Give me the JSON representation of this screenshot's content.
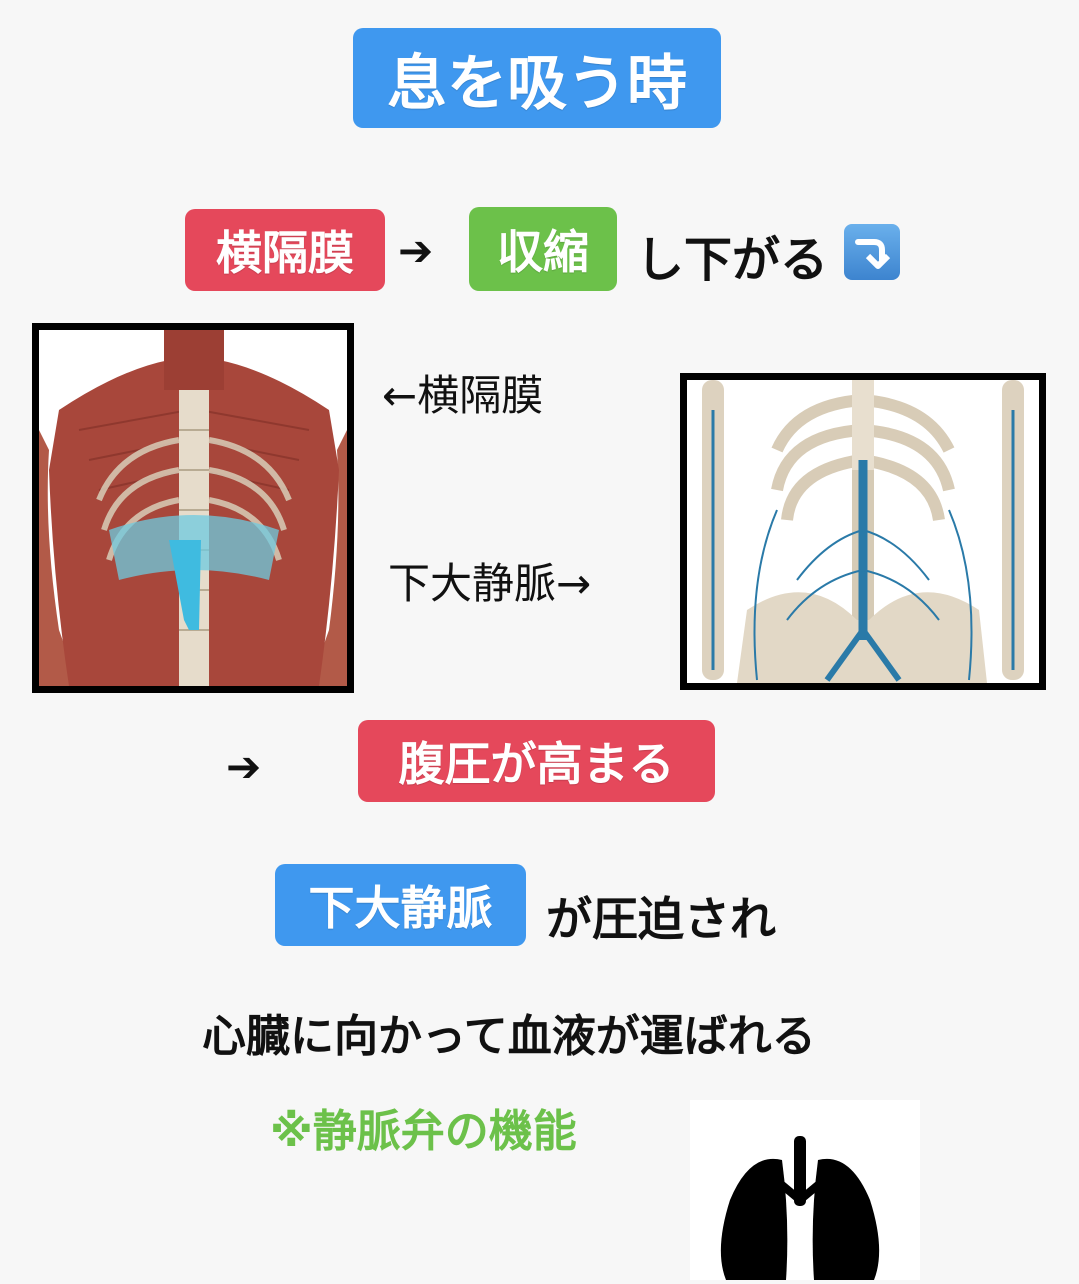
{
  "title": "息を吸う時",
  "row1": {
    "diaphragm": "横隔膜",
    "arrow": "➔",
    "contract": "収縮",
    "descends": "し下がる"
  },
  "annotations": {
    "diaphragm_label": "←横隔膜",
    "ivc_label": "下大静脈→"
  },
  "row2": {
    "arrow": "➔",
    "pressure": "腹圧が高まる"
  },
  "row3": {
    "ivc": "下大静脈",
    "compressed": "が圧迫され"
  },
  "row4": "心臓に向かって血液が運ばれる",
  "note": "※静脈弁の機能",
  "icons": {
    "down_arrow": "down-right-curved-arrow-icon",
    "lungs": "lungs-icon"
  },
  "colors": {
    "blue": "#3f98ef",
    "red": "#e5485b",
    "green": "#6cc14a"
  }
}
